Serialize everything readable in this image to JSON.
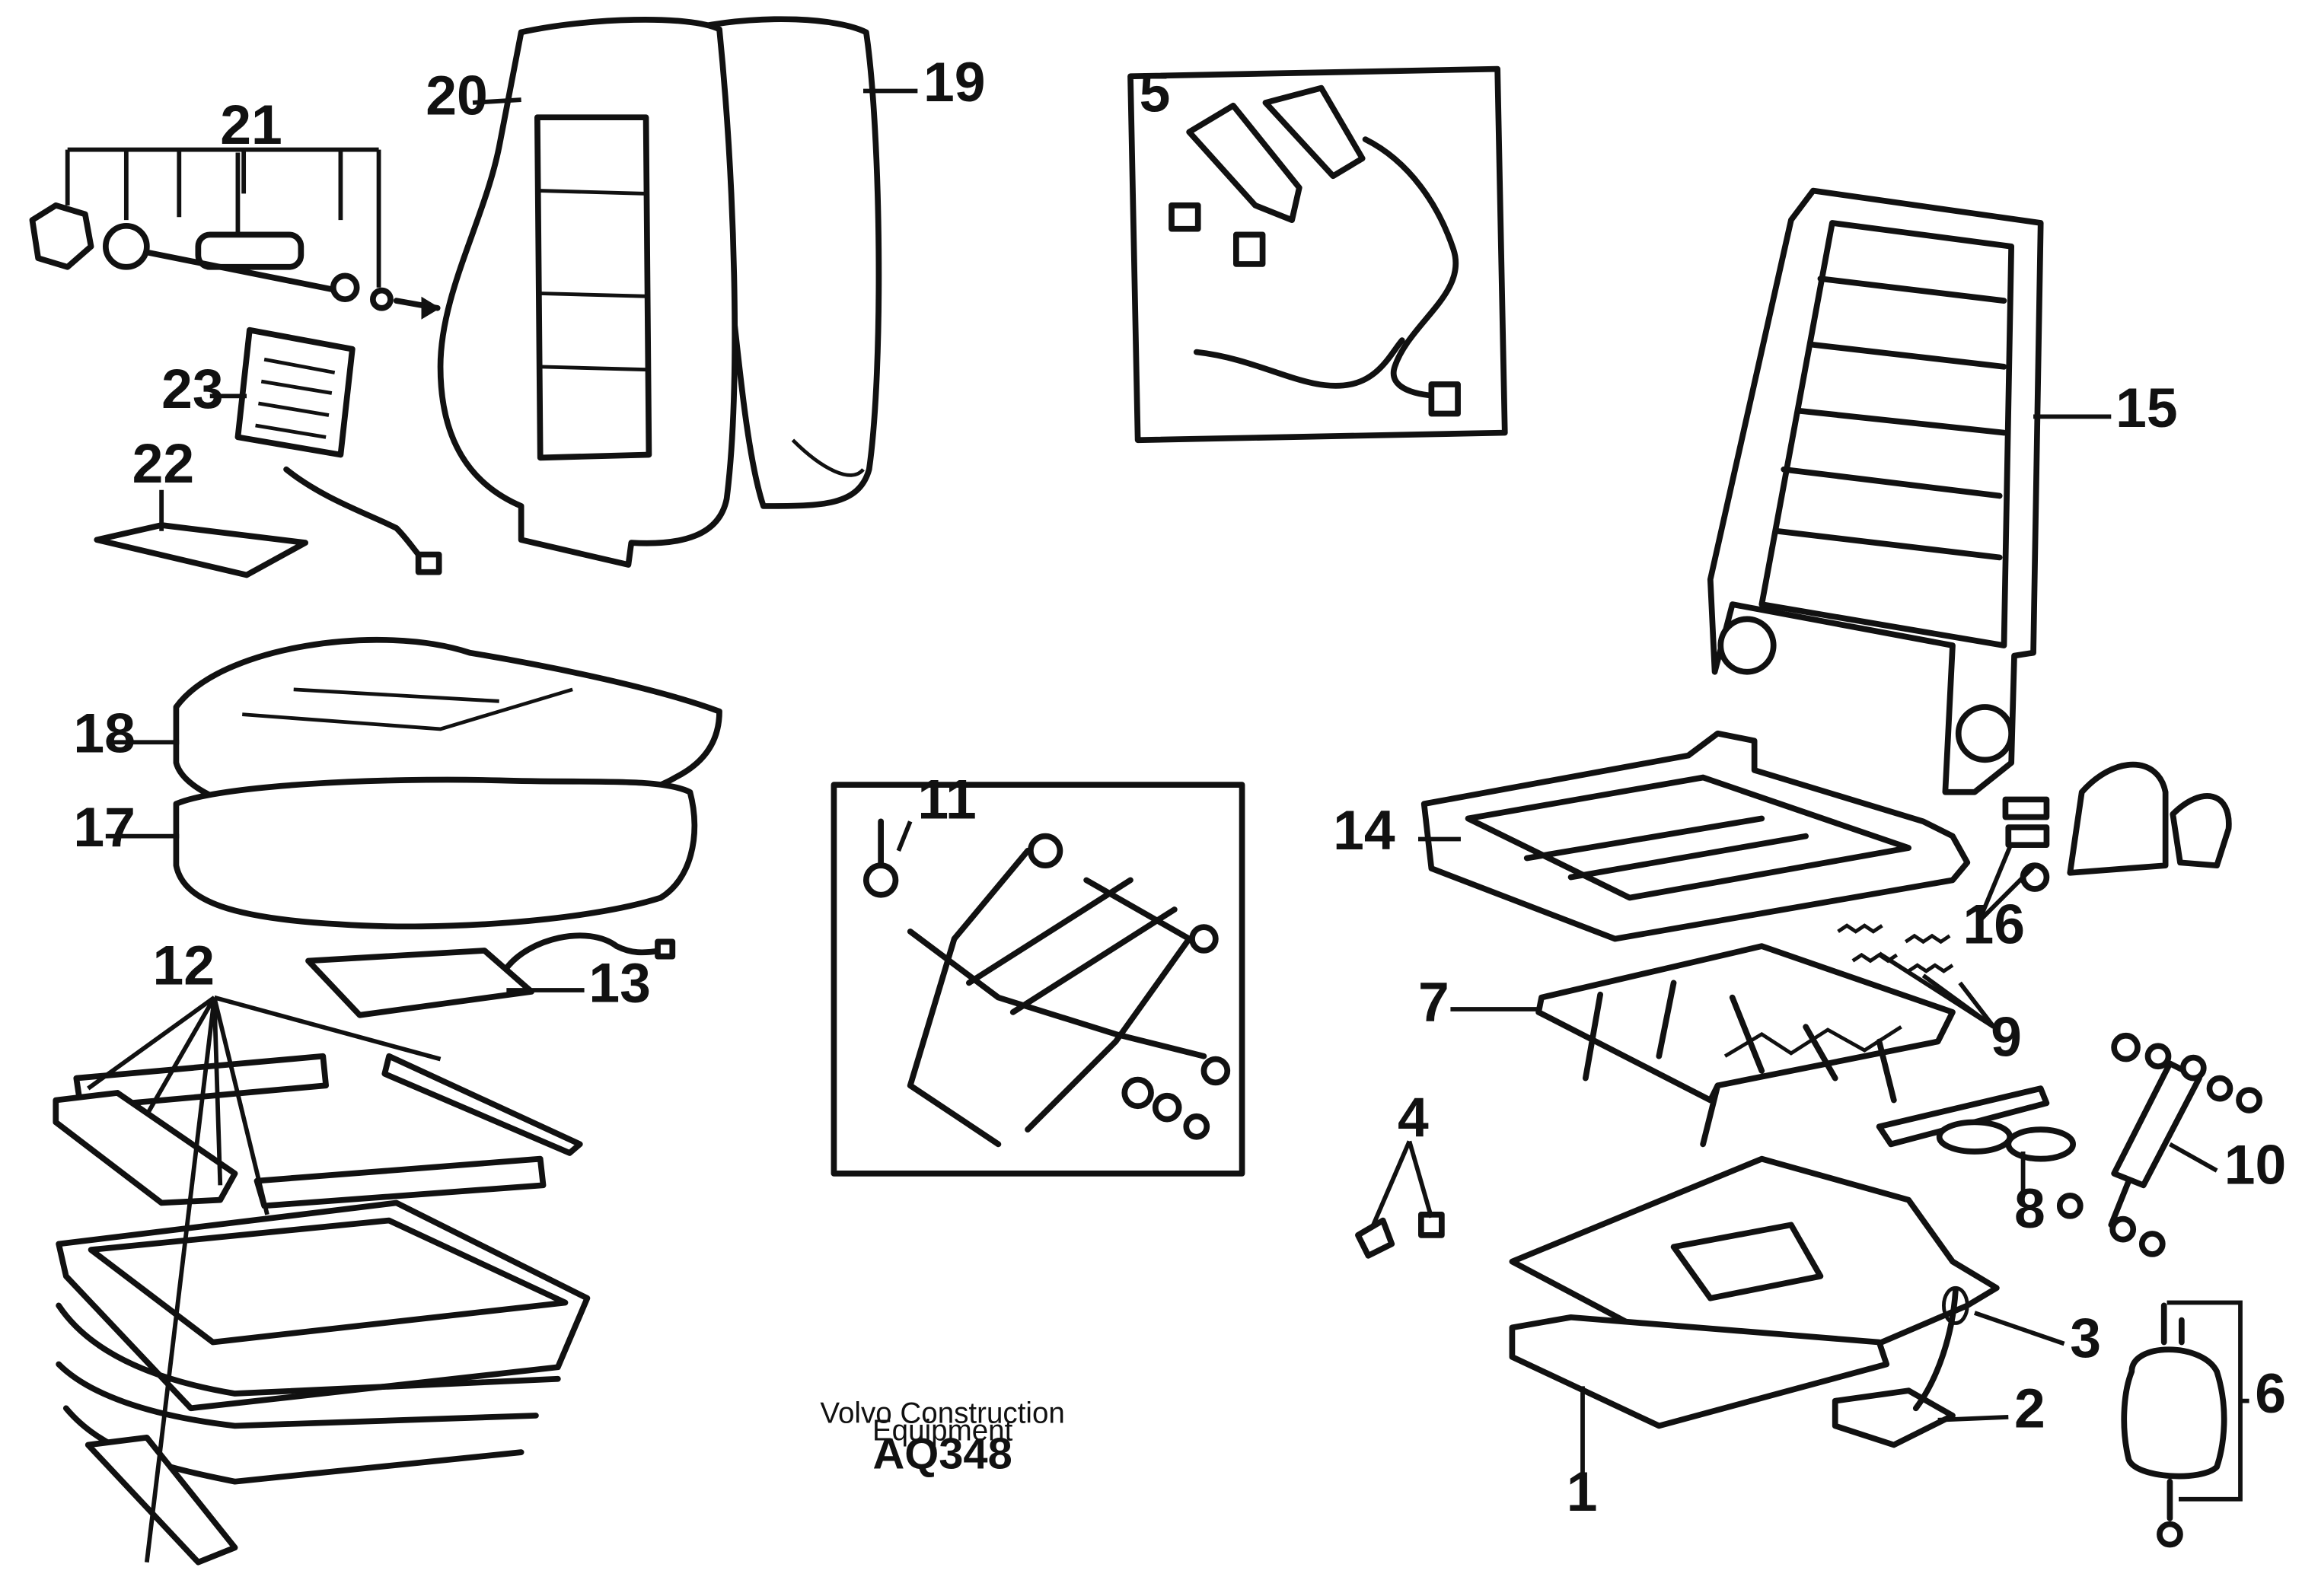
{
  "part_numbers": [
    "1",
    "2",
    "3",
    "4",
    "5",
    "6",
    "7",
    "8",
    "9",
    "10",
    "11",
    "12",
    "13",
    "14",
    "15",
    "16",
    "17",
    "18",
    "19",
    "20",
    "21",
    "22",
    "23"
  ],
  "credit": {
    "line1": "Volvo Construction",
    "line2": "Equipment",
    "code": "AQ348"
  }
}
